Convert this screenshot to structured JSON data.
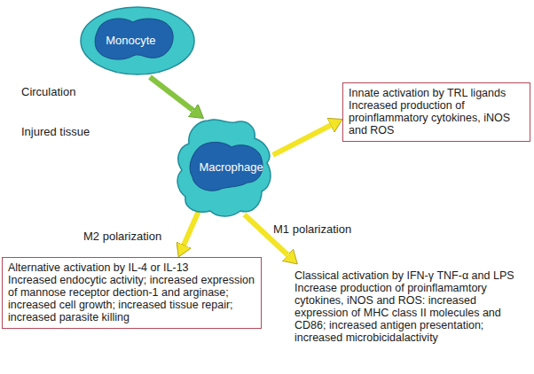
{
  "diagram": {
    "nodes": [
      {
        "text": [
          "Monocyte"
        ]
      },
      {
        "text": [
          "Macrophage"
        ]
      },
      {
        "text": [
          "Innate activation by TRL ligands",
          "Increased production of proinflammatory cytokines, iNOS and ROS"
        ]
      },
      {
        "text": [
          "Alternative activation by IL-4 or IL-13",
          "Increased endocytic activity; increased expression of mannose receptor dection-1 and arginase; increased cell growth; increased tissue repair; increased parasite killing"
        ]
      },
      {
        "text": [
          "Classical activation by IFN-γ TNF-α and LPS",
          "Increase production of proinflamamtory cytokines, iNOS and ROS: increased expression of MHC class II molecules and CD86; increased antigen presentation; increased microbicidalactivity"
        ]
      }
    ],
    "edges": [
      {
        "from": 0,
        "to": 1,
        "arrow": "to"
      },
      {
        "from": 1,
        "to": 2,
        "arrow": "to"
      },
      {
        "from": 1,
        "to": 3,
        "label": "M2 polarization",
        "arrow": "to"
      },
      {
        "from": 1,
        "to": 4,
        "label": "M1 polarization",
        "arrow": "to"
      }
    ],
    "labels": [
      "Circulation",
      "Injured tissue"
    ]
  }
}
